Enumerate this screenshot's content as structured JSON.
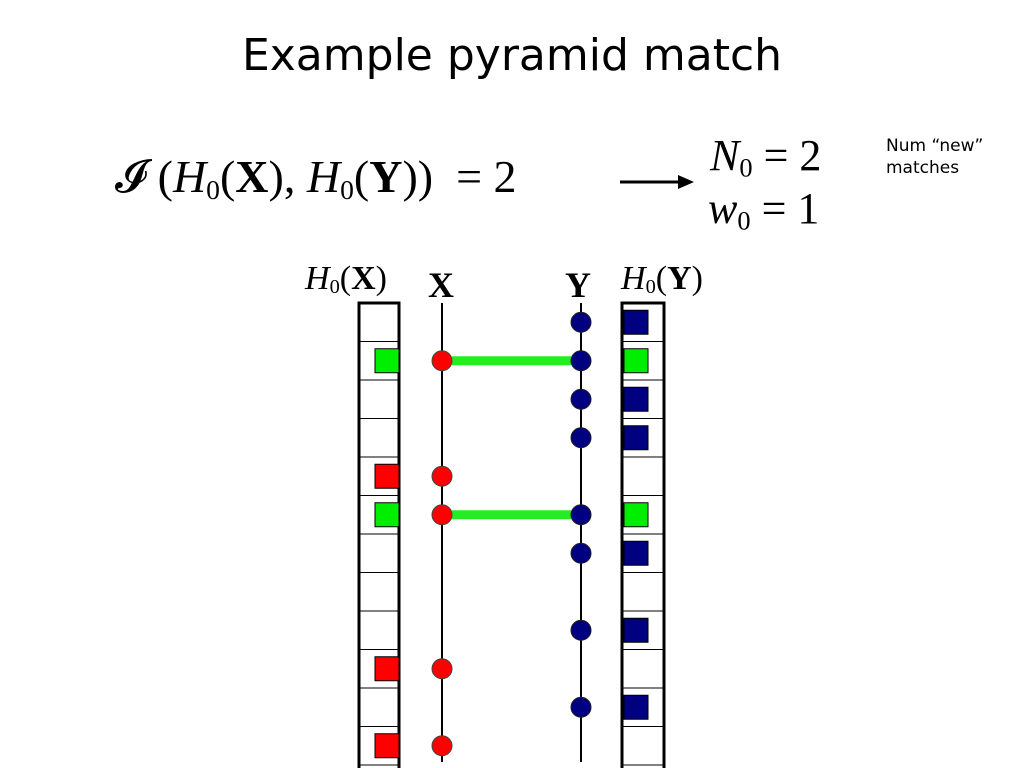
{
  "slide": {
    "title": "Example pyramid match"
  },
  "equation": {
    "intersection_fn": "𝓘",
    "h0": "H",
    "sub0": "0",
    "x": "X",
    "y": "Y",
    "value": "2",
    "n_symbol": "N",
    "n_value": "2",
    "w_symbol": "w",
    "w_value": "1"
  },
  "note": {
    "text": "Num “new” matches"
  },
  "labels": {
    "hx_h": "H",
    "hx_sub": "0",
    "hx_arg": "X",
    "x_axis": "X",
    "y_axis": "Y",
    "hy_h": "H",
    "hy_sub": "0",
    "hy_arg": "Y"
  },
  "colors": {
    "red": "#ff0000",
    "green": "#00ee00",
    "navy": "#000080",
    "match_line": "#22ee22"
  },
  "diagram": {
    "bins": 12,
    "x_points": [
      {
        "bin": 1,
        "color": "red",
        "matched": true
      },
      {
        "bin": 4,
        "color": "red",
        "matched": false
      },
      {
        "bin": 5,
        "color": "red",
        "matched": true
      },
      {
        "bin": 9,
        "color": "red",
        "matched": false
      },
      {
        "bin": 11,
        "color": "red",
        "matched": false
      }
    ],
    "y_points": [
      {
        "bin": 0,
        "color": "navy"
      },
      {
        "bin": 1,
        "color": "navy"
      },
      {
        "bin": 2,
        "color": "navy"
      },
      {
        "bin": 3,
        "color": "navy"
      },
      {
        "bin": 5,
        "color": "navy"
      },
      {
        "bin": 6,
        "color": "navy"
      },
      {
        "bin": 8,
        "color": "navy"
      },
      {
        "bin": 10,
        "color": "navy"
      }
    ],
    "hx_filled_bins": [
      {
        "bin": 1,
        "color": "green"
      },
      {
        "bin": 4,
        "color": "red"
      },
      {
        "bin": 5,
        "color": "green"
      },
      {
        "bin": 9,
        "color": "red"
      },
      {
        "bin": 11,
        "color": "red"
      }
    ],
    "hy_filled_bins": [
      {
        "bin": 0,
        "color": "navy"
      },
      {
        "bin": 1,
        "color": "green"
      },
      {
        "bin": 2,
        "color": "navy"
      },
      {
        "bin": 3,
        "color": "navy"
      },
      {
        "bin": 5,
        "color": "green"
      },
      {
        "bin": 6,
        "color": "navy"
      },
      {
        "bin": 8,
        "color": "navy"
      },
      {
        "bin": 10,
        "color": "navy"
      }
    ],
    "matches": [
      1,
      5
    ]
  }
}
